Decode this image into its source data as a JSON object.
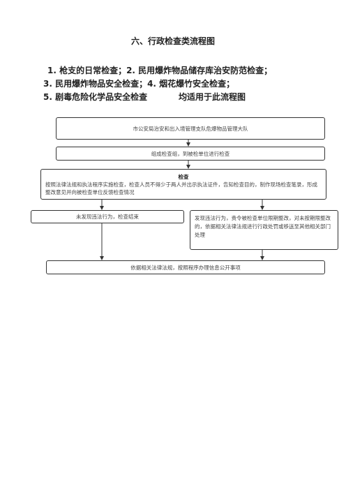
{
  "title": "六、行政检查类流程图",
  "subtitle_lines": [
    "1. 枪支的日常检查；2. 民用爆炸物品储存库治安防范检查；",
    "3. 民用爆炸物品安全检查；4. 烟花爆竹安全检查；",
    "5. 剧毒危险化学品安全检查",
    "均适用于此流程图"
  ],
  "flow": {
    "step1": "市公安局治安和出入境管理支队危爆物品管理大队",
    "step2": "组成检查组，到被检单位进行检查",
    "step3_title": "检查",
    "step3_body": "按照法律法规和执法程序实施检查，检查人员不得少于两人并出示执法证件，告知检查目的，制作现场检查笔录，形成整改意见并向被检查单位反馈检查情况",
    "branch_left": "未发现违法行为，检查结束",
    "branch_right": "发现违法行为，责令被检查单位限期整改，对未按期限整改的，依据相关法律法规进行行政处罚或移送至其他相关部门处理",
    "final": "依据相关法律法规，按照程序办理信息公开事项"
  }
}
